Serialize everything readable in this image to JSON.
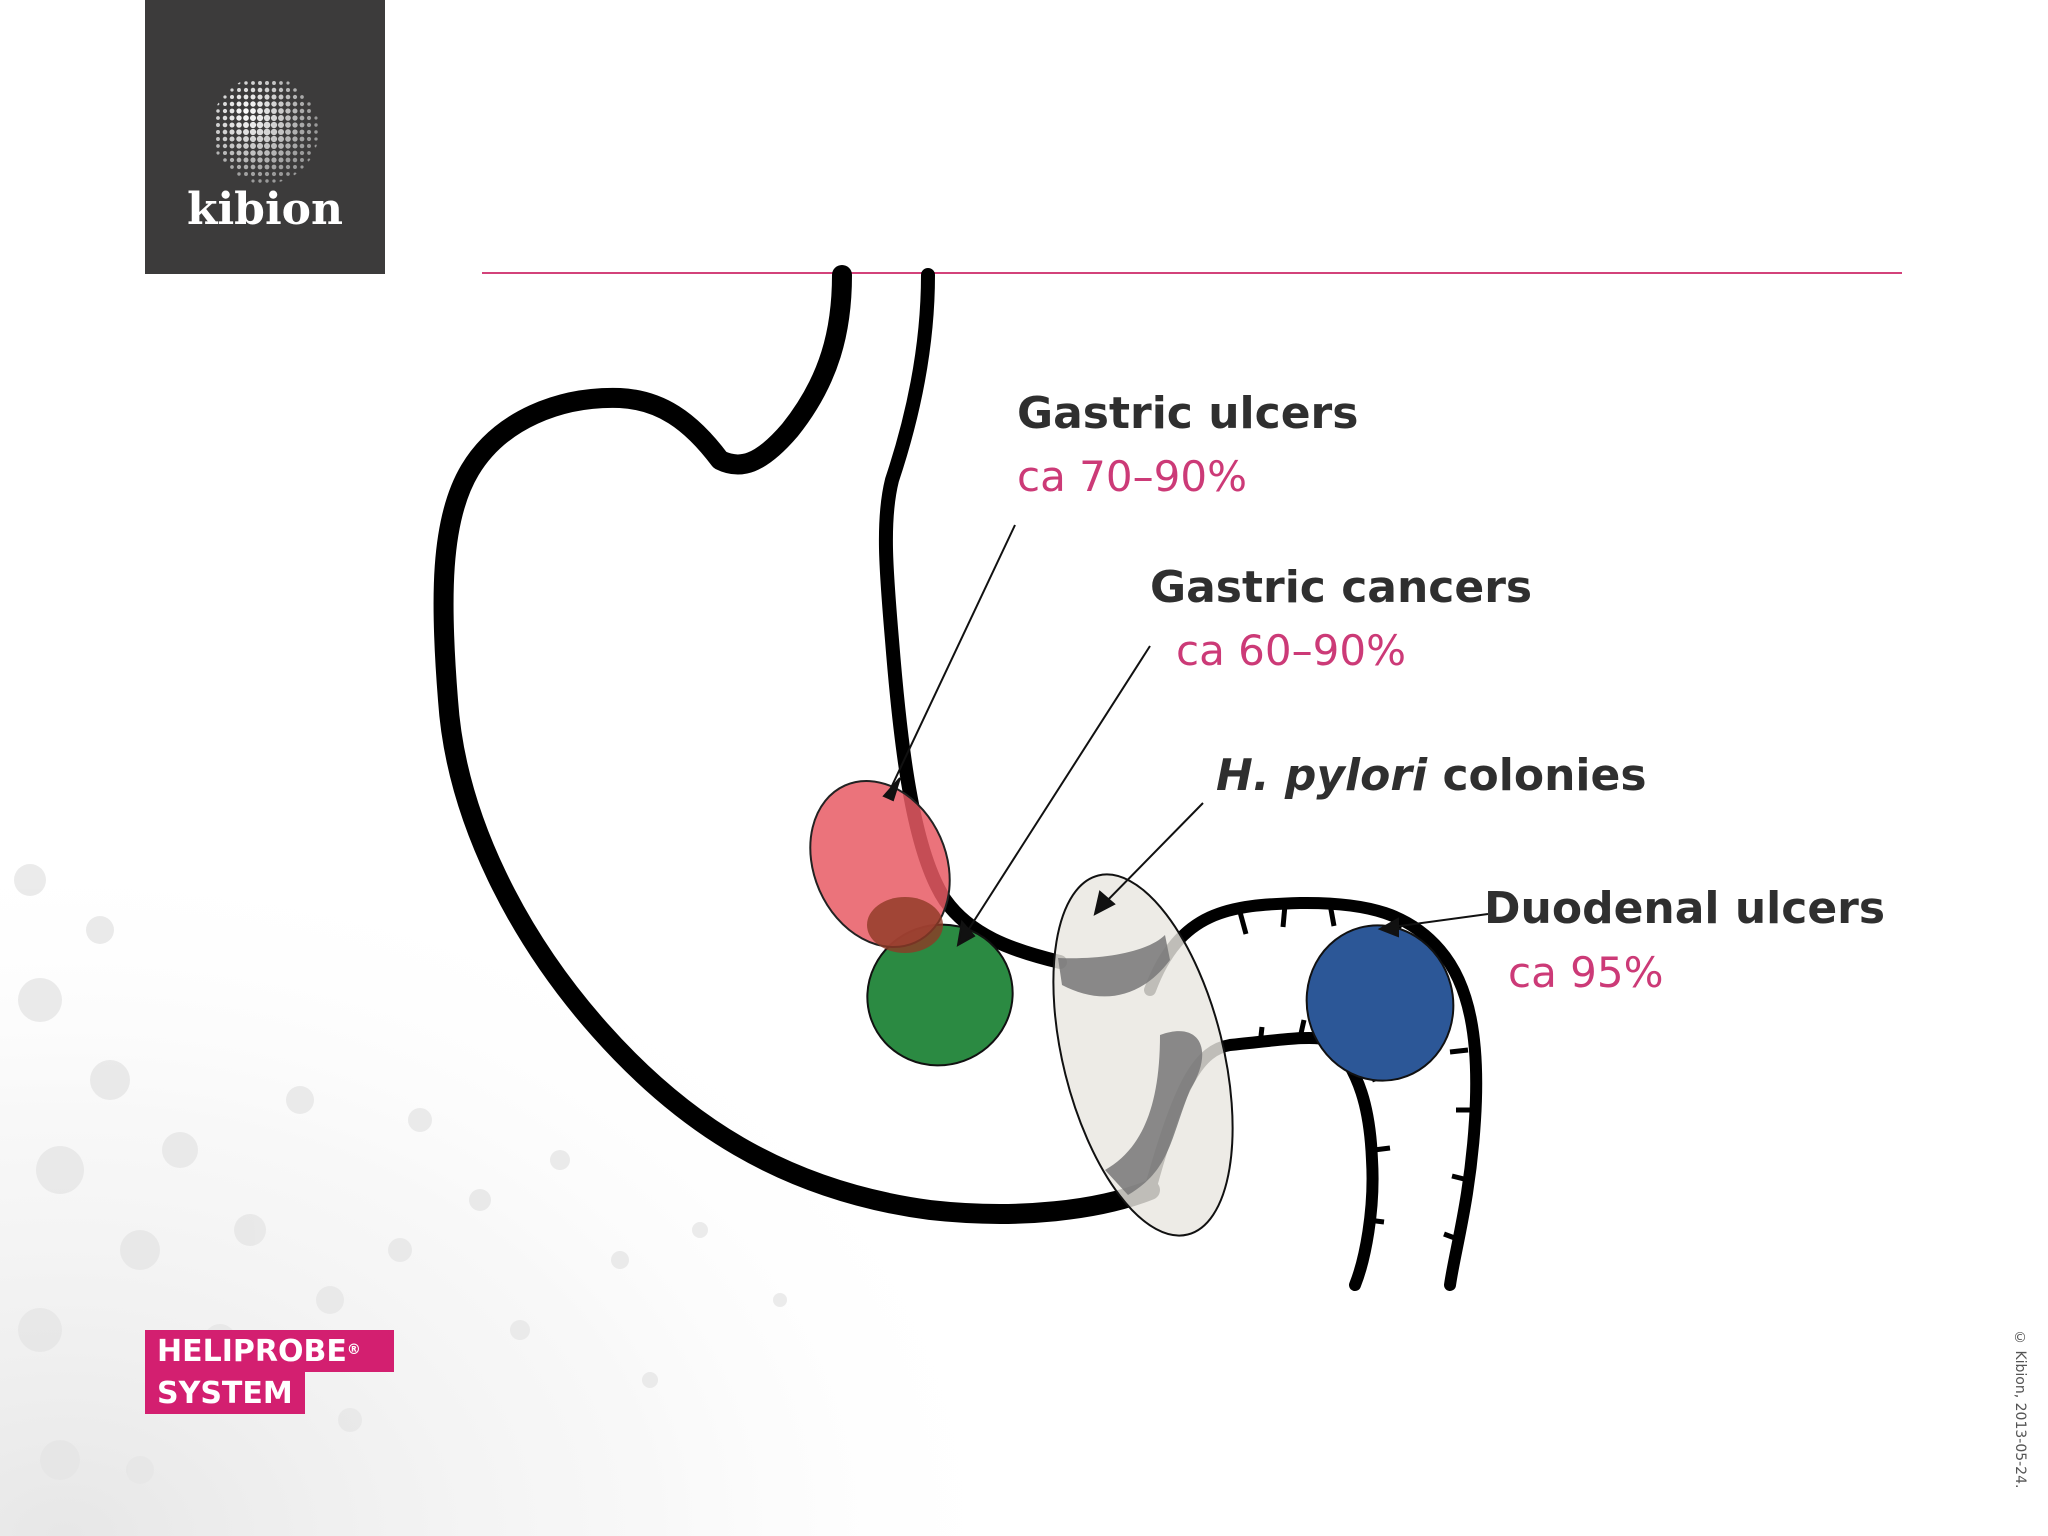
{
  "logo": {
    "name": "kibion",
    "icon": "dotted-globe-icon",
    "bg_color": "#3c3b3b"
  },
  "labels": {
    "gastric_ulcers": {
      "title": "Gastric ulcers",
      "pct": "ca 70–90%",
      "color": "#e85a64"
    },
    "gastric_cancers": {
      "title": "Gastric cancers",
      "pct": "ca 60–90%",
      "color": "#2b8a42"
    },
    "h_pylori": {
      "italic": "H. pylori",
      "rest": " colonies",
      "color": "#e9e7e1"
    },
    "duodenal_ulcers": {
      "title": "Duodenal ulcers",
      "pct": "ca 95%",
      "color": "#2c5797"
    }
  },
  "brand": {
    "line1": "HELIPROBE",
    "reg": "®",
    "line2": "SYSTEM",
    "color": "#d31f70"
  },
  "copyright": "© Kibion, 2013-05-24.",
  "colors": {
    "accent": "#d3427a",
    "text_pct": "#cc3a77",
    "outline": "#000000"
  }
}
